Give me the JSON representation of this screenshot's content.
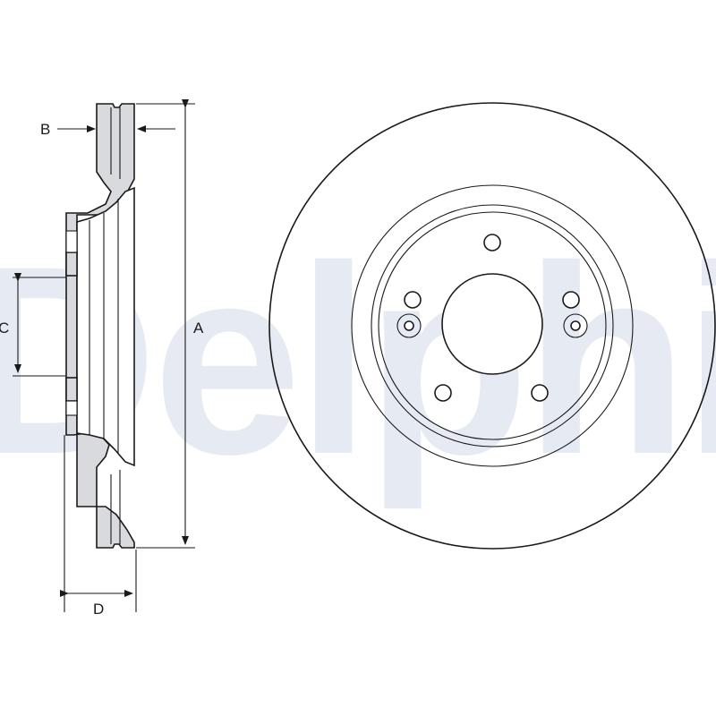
{
  "brand": {
    "watermark_text": "Delphi",
    "watermark_color": "#e6ebf3"
  },
  "colors": {
    "line": "#1a1a1a",
    "section_fill": "#d8dadd",
    "background": "#ffffff"
  },
  "dimensions": {
    "a_label": "A",
    "b_label": "B",
    "c_label": "C",
    "d_label": "D"
  },
  "front_view": {
    "bolt_hole_count": 5,
    "locating_hole_count": 2
  }
}
